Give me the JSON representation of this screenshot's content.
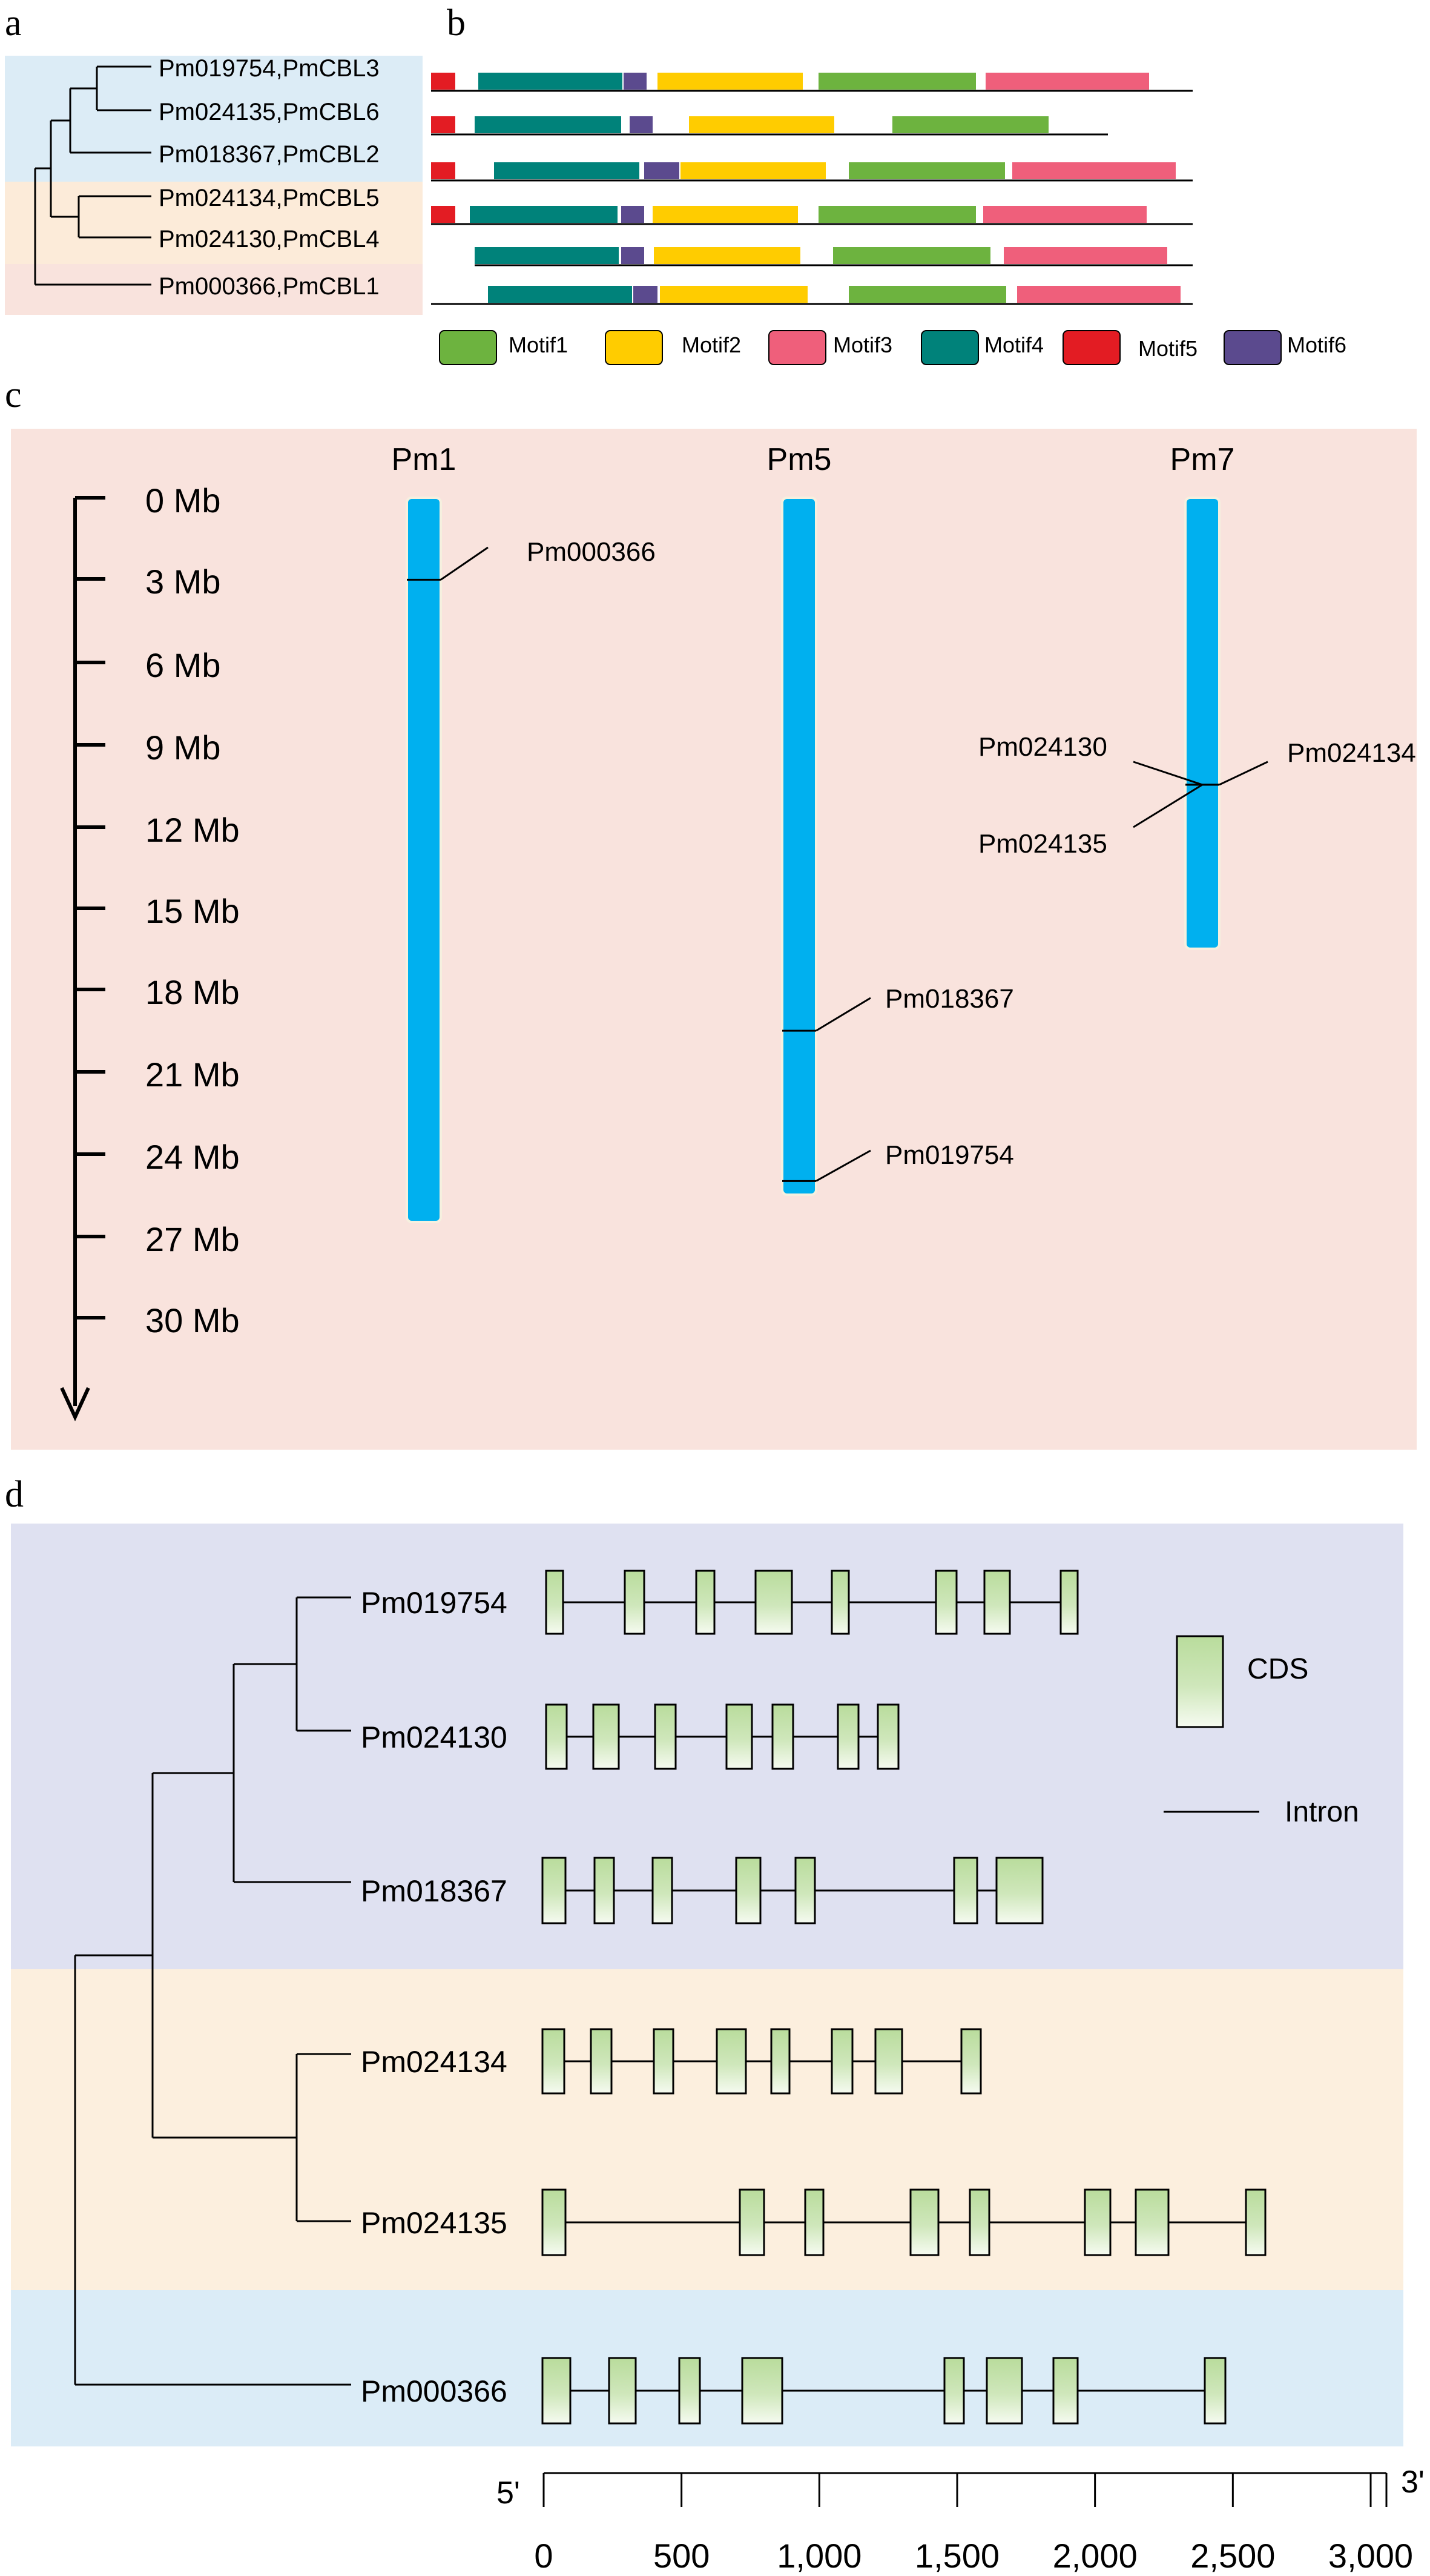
{
  "panel_a": {
    "letter": "a",
    "genes": [
      "Pm019754,PmCBL3",
      "Pm024135,PmCBL6",
      "Pm018367,PmCBL2",
      "Pm024134,PmCBL5",
      "Pm024130,PmCBL4",
      "Pm000366,PmCBL1"
    ],
    "group_colors": [
      "#dcecf6",
      "#fcebd9",
      "#f9e3dd"
    ]
  },
  "panel_b": {
    "letter": "b",
    "motif_colors": {
      "Motif1": "#6db33f",
      "Motif2": "#ffcc00",
      "Motif3": "#ef5f7b",
      "Motif4": "#00827a",
      "Motif5": "#e31c23",
      "Motif6": "#5b4a8e"
    },
    "legend": [
      "Motif1",
      "Motif2",
      "Motif3",
      "Motif4",
      "Motif5",
      "Motif6"
    ]
  },
  "panel_c": {
    "letter": "c",
    "scale_labels": [
      "0 Mb",
      "3 Mb",
      "6 Mb",
      "9 Mb",
      "12 Mb",
      "15 Mb",
      "18 Mb",
      "21 Mb",
      "24 Mb",
      "27 Mb",
      "30 Mb"
    ],
    "chromosomes": [
      {
        "name": "Pm1",
        "length_mb": 26.5,
        "genes": [
          {
            "id": "Pm000366",
            "pos_mb": 3.0
          }
        ]
      },
      {
        "name": "Pm5",
        "length_mb": 25.5,
        "genes": [
          {
            "id": "Pm018367",
            "pos_mb": 19.5
          },
          {
            "id": "Pm019754",
            "pos_mb": 25.0
          }
        ]
      },
      {
        "name": "Pm7",
        "length_mb": 16.5,
        "genes": [
          {
            "id": "Pm024130",
            "pos_mb": 10.5
          },
          {
            "id": "Pm024135",
            "pos_mb": 10.5
          },
          {
            "id": "Pm024134",
            "pos_mb": 10.5
          }
        ]
      }
    ],
    "background": "#f9e3dd",
    "chrom_color": "#00b0ef"
  },
  "panel_d": {
    "letter": "d",
    "genes": [
      "Pm019754",
      "Pm024130",
      "Pm018367",
      "Pm024134",
      "Pm024135",
      "Pm000366"
    ],
    "legend_cds": "CDS",
    "legend_intron": "Intron",
    "axis_5": "5'",
    "axis_3": "3'",
    "axis_ticks": [
      "0",
      "500",
      "1,000",
      "1,500",
      "2,000",
      "2,500",
      "3,000"
    ],
    "group_colors": [
      "#dfe1f1",
      "#fcefde",
      "#dbecf7"
    ],
    "cds_gradient": [
      "#b9dc9c",
      "#f2f8ec"
    ]
  }
}
